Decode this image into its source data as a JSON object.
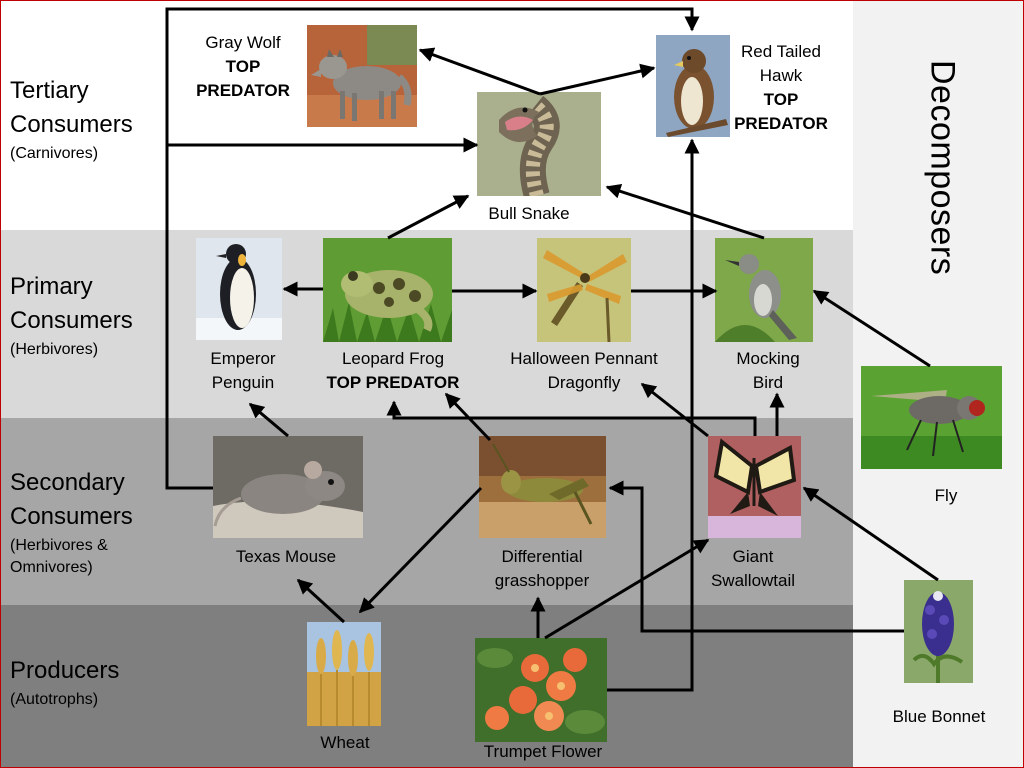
{
  "levels": {
    "tertiary": {
      "title_line1": "Tertiary",
      "title_line2": "Consumers",
      "subtitle": "(Carnivores)"
    },
    "primary": {
      "title_line1": "Primary",
      "title_line2": "Consumers",
      "subtitle": "(Herbivores)"
    },
    "secondary": {
      "title_line1": "Secondary",
      "title_line2": "Consumers",
      "subtitle_line1": "(Herbivores &",
      "subtitle_line2": "Omnivores)"
    },
    "producers": {
      "title": "Producers",
      "subtitle": "(Autotrophs)"
    }
  },
  "decomposers": {
    "title": "Decomposers"
  },
  "organisms": {
    "gray_wolf": {
      "line1": "Gray Wolf",
      "line2": "TOP",
      "line3": "PREDATOR"
    },
    "red_tailed_hawk": {
      "line1": "Red Tailed",
      "line2": "Hawk",
      "line3": "TOP",
      "line4": "PREDATOR"
    },
    "bull_snake": {
      "line1": "Bull Snake"
    },
    "emperor_penguin": {
      "line1": "Emperor",
      "line2": "Penguin"
    },
    "leopard_frog": {
      "line1": "Leopard Frog",
      "line2": "TOP PREDATOR"
    },
    "dragonfly": {
      "line1": "Halloween Pennant",
      "line2": "Dragonfly"
    },
    "mocking_bird": {
      "line1": "Mocking",
      "line2": "Bird"
    },
    "fly": {
      "line1": "Fly"
    },
    "texas_mouse": {
      "line1": "Texas Mouse"
    },
    "grasshopper": {
      "line1": "Differential",
      "line2": "grasshopper"
    },
    "swallowtail": {
      "line1": "Giant",
      "line2": "Swallowtail"
    },
    "blue_bonnet": {
      "line1": "Blue Bonnet"
    },
    "wheat": {
      "line1": "Wheat"
    },
    "trumpet_flower": {
      "line1": "Trumpet Flower"
    }
  },
  "colors": {
    "tertiary_band": "#ffffff",
    "primary_band": "#d9d9d9",
    "secondary_band": "#a6a6a6",
    "producers_band": "#7f7f7f",
    "decomposer_panel": "#f2f2f2",
    "arrow": "#000000",
    "border": "#c00000"
  }
}
